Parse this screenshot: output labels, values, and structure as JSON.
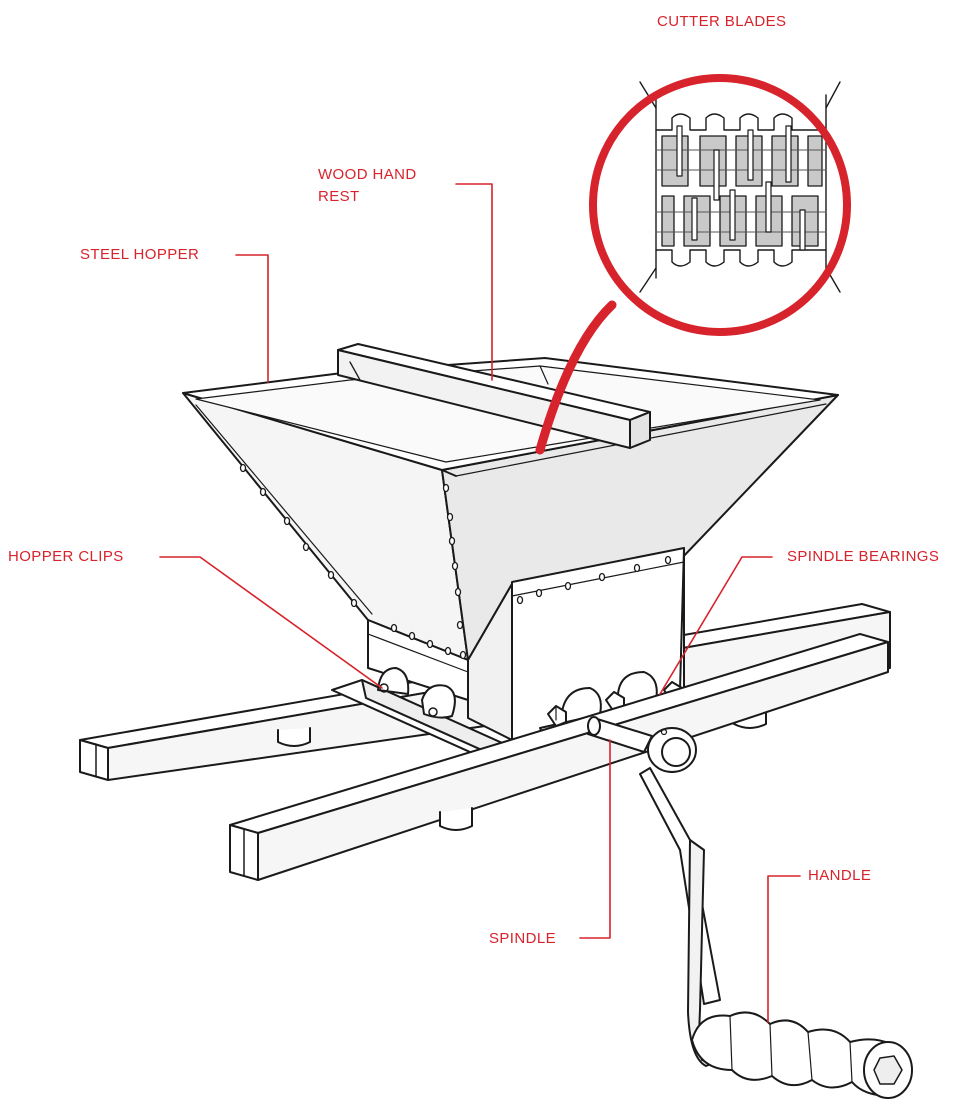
{
  "diagram": {
    "colors": {
      "callout": "#d7232c",
      "line": "#1a1a1a",
      "metal_light": "#f4f4f4",
      "metal_dark": "#c8c8c8",
      "background": "#ffffff"
    },
    "labels": {
      "cutter_blades": "CUTTER BLADES",
      "wood_hand_rest_1": "WOOD HAND",
      "wood_hand_rest_2": "REST",
      "steel_hopper": "STEEL HOPPER",
      "hopper_clips": "HOPPER CLIPS",
      "spindle_bearings": "SPINDLE BEARINGS",
      "handle": "HANDLE",
      "spindle": "SPINDLE"
    }
  }
}
